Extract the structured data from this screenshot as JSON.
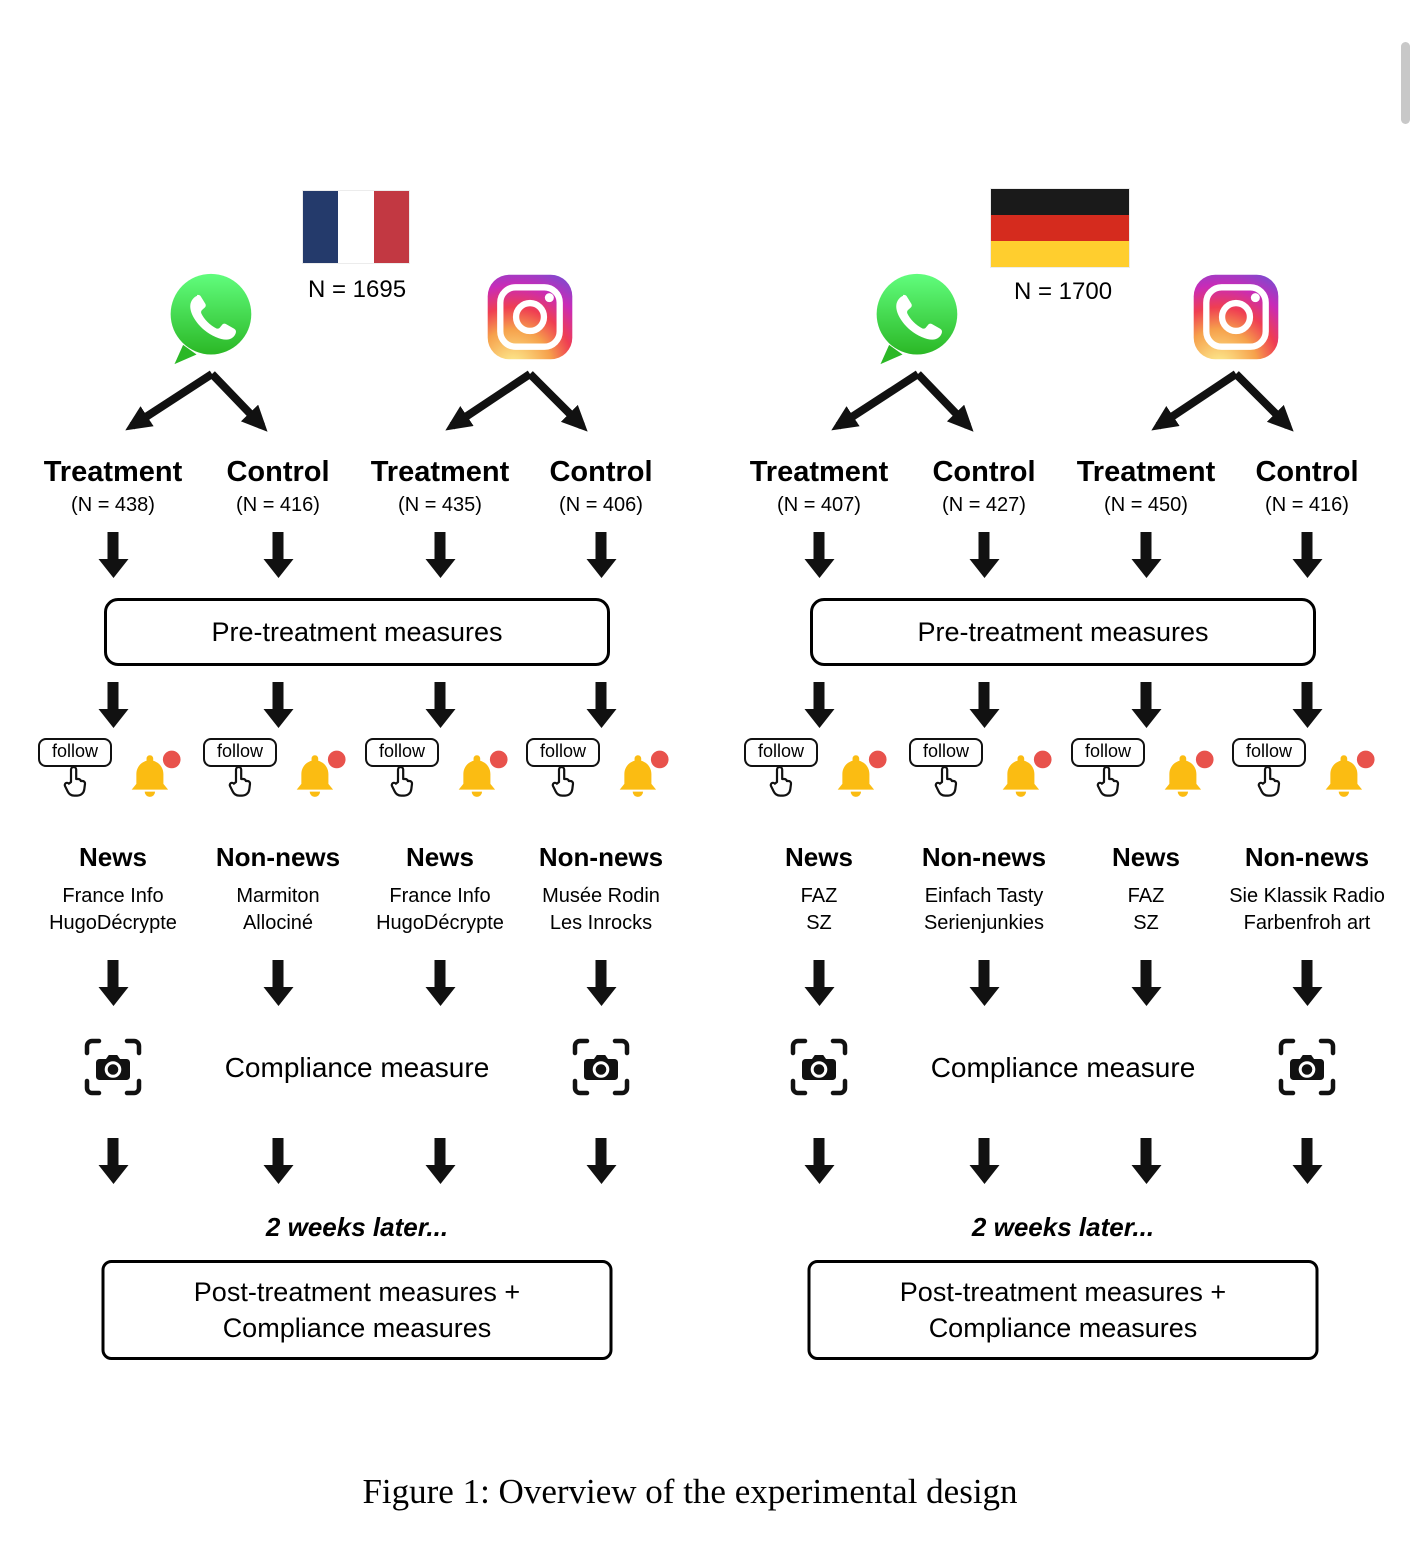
{
  "figure": {
    "caption": "Figure 1: Overview of the experimental design"
  },
  "panels": {
    "france": {
      "country": "France",
      "sample_label": "N = 1695",
      "platforms": [
        "WhatsApp",
        "Instagram"
      ],
      "groups": [
        {
          "label": "Treatment",
          "n_label": "(N = 438)"
        },
        {
          "label": "Control",
          "n_label": "(N = 416)"
        },
        {
          "label": "Treatment",
          "n_label": "(N = 435)"
        },
        {
          "label": "Control",
          "n_label": "(N = 406)"
        }
      ],
      "pre_treatment_label": "Pre-treatment measures",
      "follow_button_label": "follow",
      "conditions": [
        {
          "type": "News",
          "line1": "France Info",
          "line2": "HugoDécrypte"
        },
        {
          "type": "Non-news",
          "line1": "Marmiton",
          "line2": "Allociné"
        },
        {
          "type": "News",
          "line1": "France Info",
          "line2": "HugoDécrypte"
        },
        {
          "type": "Non-news",
          "line1": "Musée Rodin",
          "line2": "Les Inrocks"
        }
      ],
      "compliance_label": "Compliance measure",
      "delay_label": "2 weeks later...",
      "post_treatment_line1": "Post-treatment measures +",
      "post_treatment_line2": "Compliance measures"
    },
    "germany": {
      "country": "Germany",
      "sample_label": "N = 1700",
      "platforms": [
        "WhatsApp",
        "Instagram"
      ],
      "groups": [
        {
          "label": "Treatment",
          "n_label": "(N = 407)"
        },
        {
          "label": "Control",
          "n_label": "(N = 427)"
        },
        {
          "label": "Treatment",
          "n_label": "(N = 450)"
        },
        {
          "label": "Control",
          "n_label": "(N = 416)"
        }
      ],
      "pre_treatment_label": "Pre-treatment measures",
      "follow_button_label": "follow",
      "conditions": [
        {
          "type": "News",
          "line1": "FAZ",
          "line2": "SZ"
        },
        {
          "type": "Non-news",
          "line1": "Einfach Tasty",
          "line2": "Serienjunkies"
        },
        {
          "type": "News",
          "line1": "FAZ",
          "line2": "SZ"
        },
        {
          "type": "Non-news",
          "line1": "Sie Klassik Radio",
          "line2": "Farbenfroh art"
        }
      ],
      "compliance_label": "Compliance measure",
      "delay_label": "2 weeks later...",
      "post_treatment_line1": "Post-treatment measures +",
      "post_treatment_line2": "Compliance measures"
    }
  },
  "icons": {
    "whatsapp": "whatsapp-icon",
    "instagram": "instagram-icon",
    "french_flag": "france-flag-icon",
    "german_flag": "germany-flag-icon",
    "tap_hand": "tap-hand-icon",
    "bell": "notification-bell-icon",
    "camera": "camera-compliance-icon",
    "arrow": "down-arrow-icon"
  },
  "colors": {
    "france_flag": [
      "#243A6B",
      "#FFFFFF",
      "#C23842"
    ],
    "germany_flag": [
      "#1A1A1A",
      "#D52B1E",
      "#FFCE2E"
    ],
    "whatsapp_green": "#2BB826",
    "bell_yellow": "#FBBC12",
    "notification_red": "#E8524C",
    "arrow_black": "#111111"
  }
}
